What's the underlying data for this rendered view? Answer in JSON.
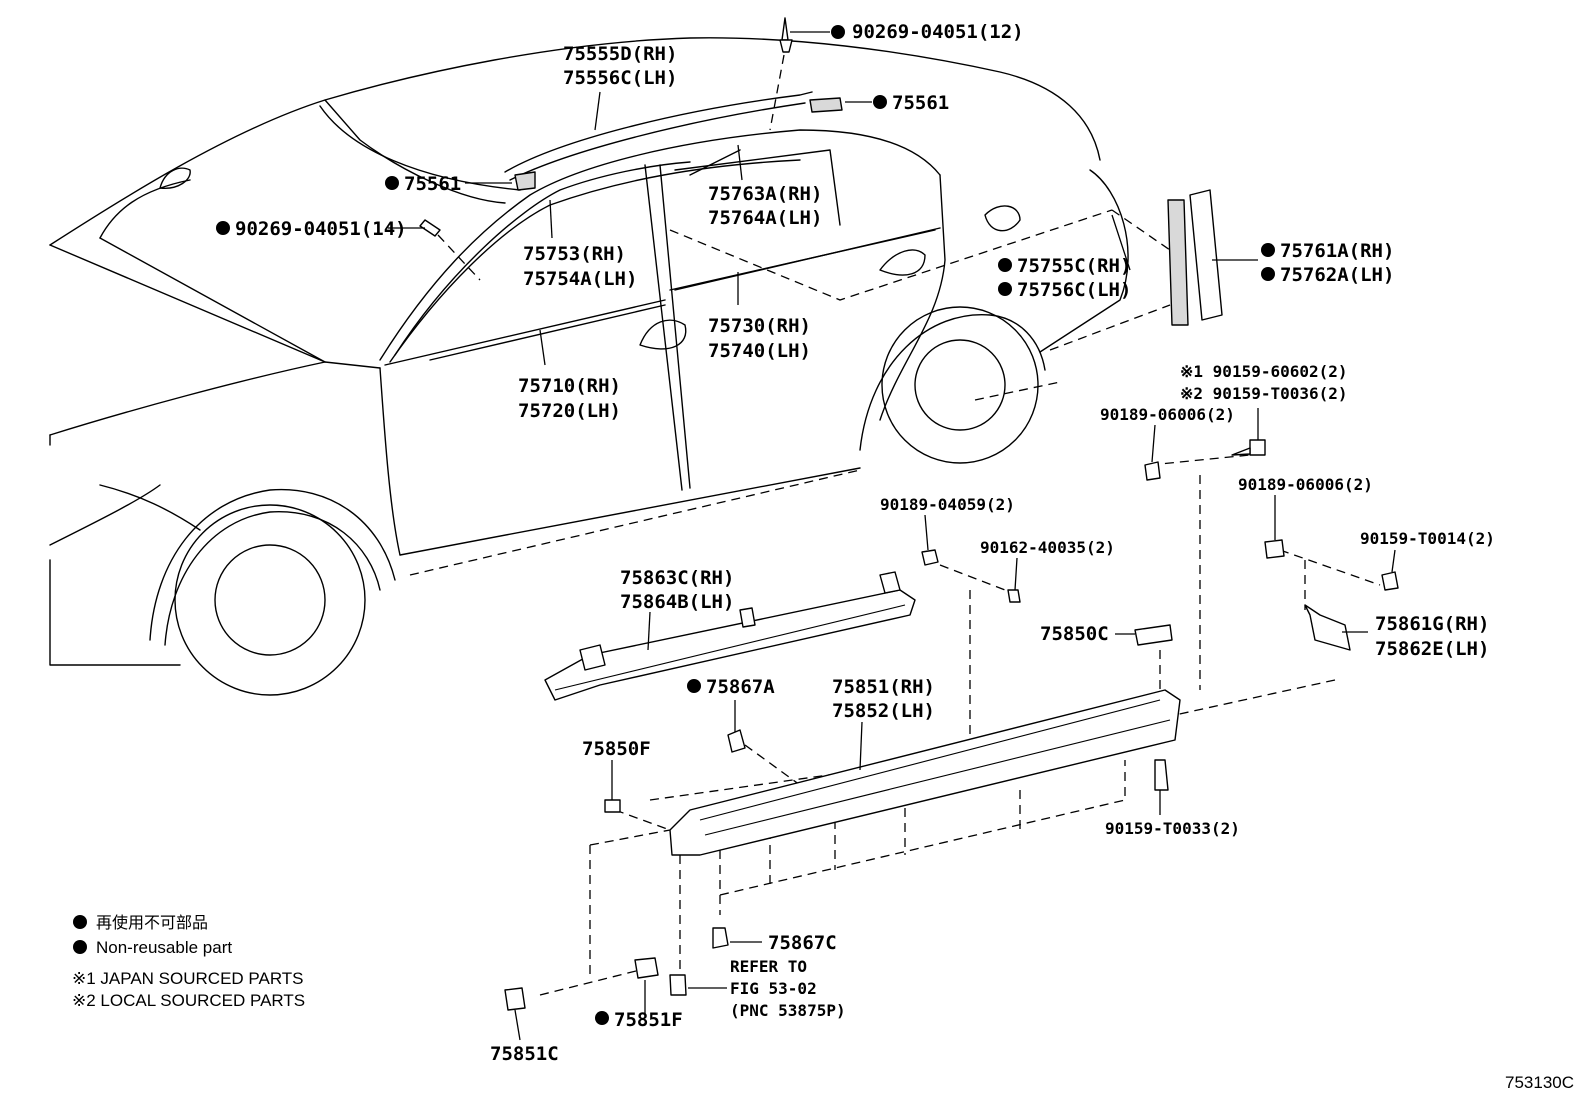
{
  "diagram_id": "753130C",
  "labels": {
    "l01": "90269-04051(12)",
    "l02a": "75555D(RH)",
    "l02b": "75556C(LH)",
    "l03": "75561",
    "l04": "75561",
    "l05": "90269-04051(14)",
    "l06a": "75763A(RH)",
    "l06b": "75764A(LH)",
    "l07a": "75753(RH)",
    "l07b": "75754A(LH)",
    "l08a": "75755C(RH)",
    "l08b": "75756C(LH)",
    "l09a": "75761A(RH)",
    "l09b": "75762A(LH)",
    "l10a": "75730(RH)",
    "l10b": "75740(LH)",
    "l11a": "75710(RH)",
    "l11b": "75720(LH)",
    "l12a": "※1 90159-60602(2)",
    "l12b": "※2 90159-T0036(2)",
    "l13": "90189-06006(2)",
    "l14": "90189-06006(2)",
    "l15": "90189-04059(2)",
    "l16": "90162-40035(2)",
    "l17": "90159-T0014(2)",
    "l18a": "75863C(RH)",
    "l18b": "75864B(LH)",
    "l19": "75850C",
    "l20a": "75861G(RH)",
    "l20b": "75862E(LH)",
    "l21": "75867A",
    "l22a": "75851(RH)",
    "l22b": "75852(LH)",
    "l23": "75850F",
    "l24": "90159-T0033(2)",
    "l25": "75867C",
    "l26a": "REFER TO",
    "l26b": "FIG 53-02",
    "l26c": "(PNC 53875P)",
    "l27": "75851F",
    "l28": "75851C"
  },
  "legend": {
    "cjk": "再使用不可部品",
    "non_reusable": "Non-reusable part",
    "note1": "※1 JAPAN SOURCED PARTS",
    "note2": "※2 LOCAL SOURCED PARTS"
  }
}
